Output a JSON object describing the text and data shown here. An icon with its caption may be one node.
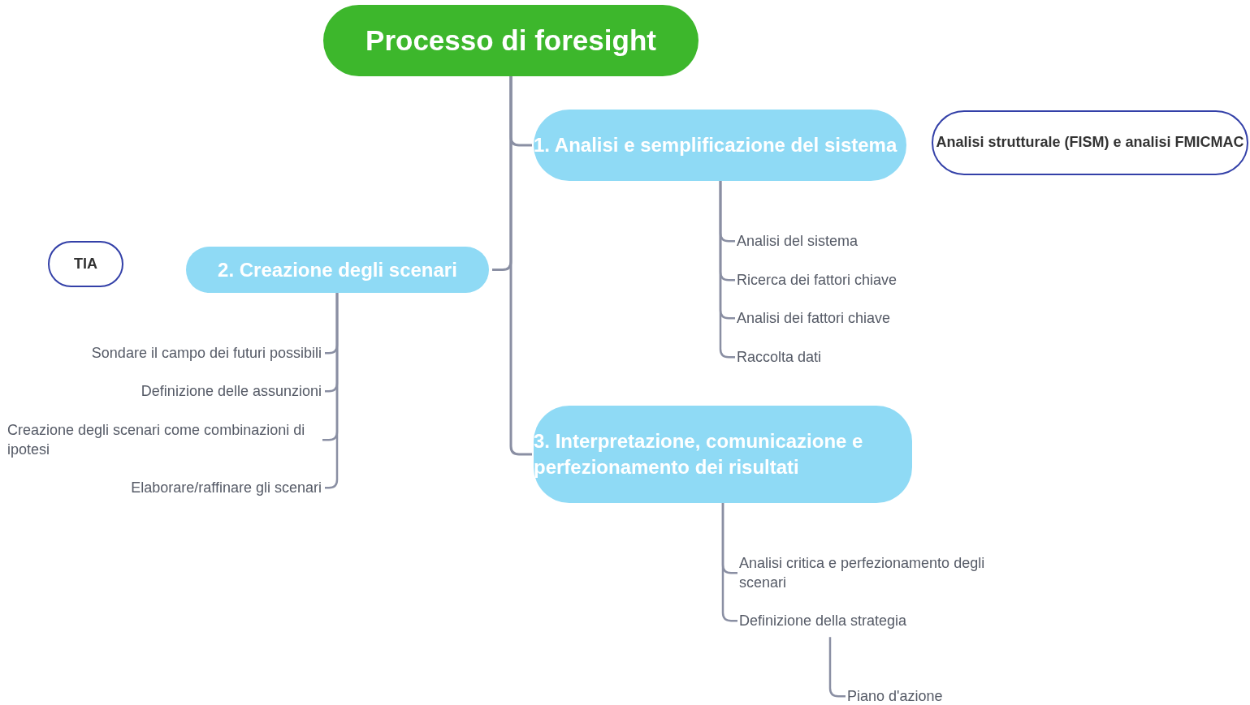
{
  "diagram": {
    "nodes": [
      {
        "text": [
          "Processo di foresight"
        ]
      },
      {
        "text": [
          "1. Analisi e semplificazione del sistema"
        ]
      },
      {
        "text": [
          "Analisi strutturale (FISM) e analisi FMICMAC"
        ]
      },
      {
        "text": [
          "TIA"
        ]
      },
      {
        "text": [
          "2. Creazione degli scenari"
        ]
      },
      {
        "text": [
          "Analisi del sistema"
        ]
      },
      {
        "text": [
          "Ricerca dei fattori chiave"
        ]
      },
      {
        "text": [
          "Analisi dei fattori chiave"
        ]
      },
      {
        "text": [
          "Raccolta dati"
        ]
      },
      {
        "text": [
          "Sondare il campo dei futuri possibili"
        ]
      },
      {
        "text": [
          "Definizione delle assunzioni"
        ]
      },
      {
        "text": [
          "Creazione degli scenari come combinazioni di ipotesi"
        ]
      },
      {
        "text": [
          "Elaborare/raffinare gli scenari"
        ]
      },
      {
        "text": [
          "3. Interpretazione, comunicazione e perfezionamento dei risultati"
        ]
      },
      {
        "text": [
          "Analisi critica e perfezionamento degli scenari"
        ]
      },
      {
        "text": [
          "Definizione della strategia"
        ]
      },
      {
        "text": [
          "Piano d'azione"
        ]
      }
    ],
    "edges": [
      {
        "from": 0,
        "to": 1,
        "arrow": "none"
      },
      {
        "from": 0,
        "to": 4,
        "arrow": "none"
      },
      {
        "from": 0,
        "to": 13,
        "arrow": "none"
      },
      {
        "from": 1,
        "to": 5,
        "arrow": "none"
      },
      {
        "from": 1,
        "to": 6,
        "arrow": "none"
      },
      {
        "from": 1,
        "to": 7,
        "arrow": "none"
      },
      {
        "from": 1,
        "to": 8,
        "arrow": "none"
      },
      {
        "from": 4,
        "to": 9,
        "arrow": "none"
      },
      {
        "from": 4,
        "to": 10,
        "arrow": "none"
      },
      {
        "from": 4,
        "to": 11,
        "arrow": "none"
      },
      {
        "from": 4,
        "to": 12,
        "arrow": "none"
      },
      {
        "from": 13,
        "to": 14,
        "arrow": "none"
      },
      {
        "from": 13,
        "to": 15,
        "arrow": "none"
      },
      {
        "from": 15,
        "to": 16,
        "arrow": "none"
      }
    ]
  }
}
